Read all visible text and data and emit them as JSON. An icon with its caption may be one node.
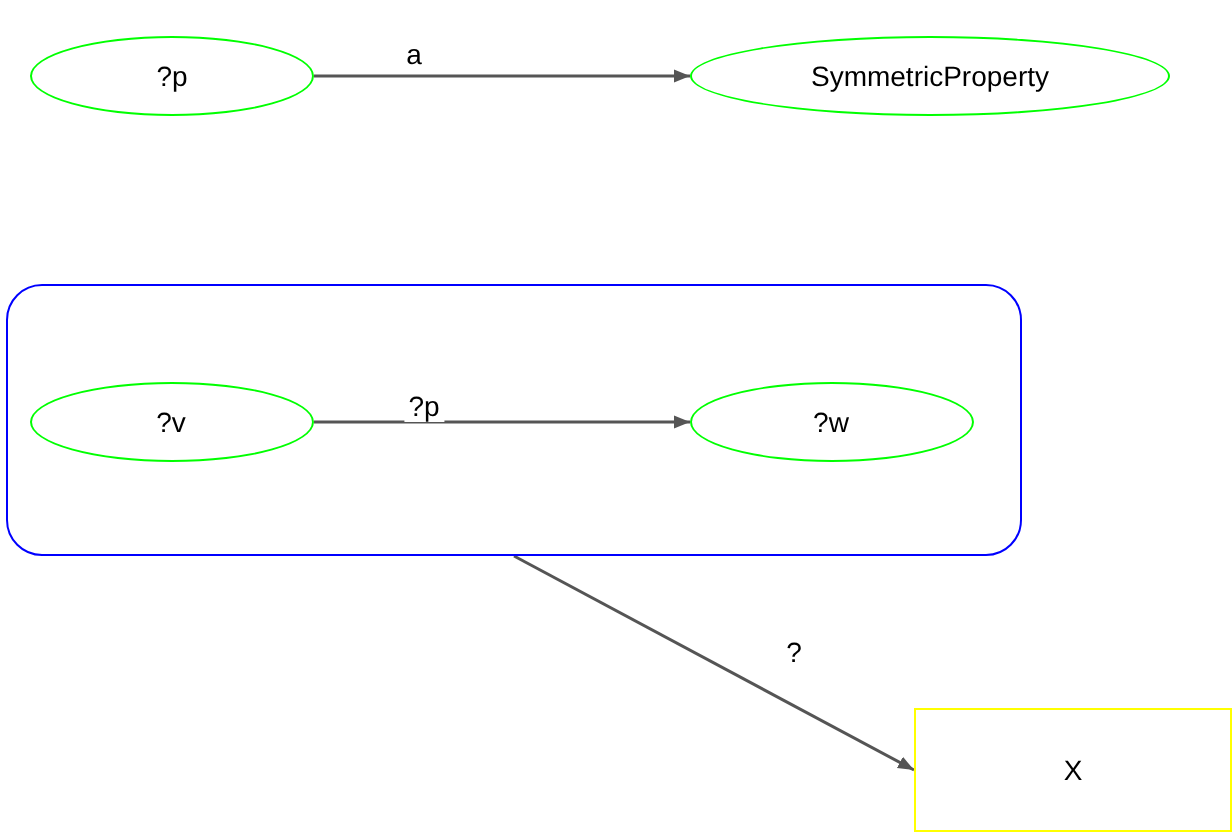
{
  "diagram": {
    "nodes": [
      {
        "text": [
          "?p"
        ]
      },
      {
        "text": [
          "SymmetricProperty"
        ]
      },
      {
        "text": [],
        "shape": "box"
      },
      {
        "text": [
          "?v"
        ],
        "in": 2
      },
      {
        "text": [
          "?w"
        ],
        "in": 2
      },
      {
        "text": [
          "X"
        ]
      }
    ],
    "edges": [
      {
        "from": 0,
        "to": 1,
        "arrow": "to",
        "label": "a"
      },
      {
        "from": 3,
        "to": 4,
        "arrow": "to",
        "label": "?p"
      },
      {
        "from": 2,
        "to": 5,
        "arrow": "to",
        "label": "?"
      }
    ]
  }
}
